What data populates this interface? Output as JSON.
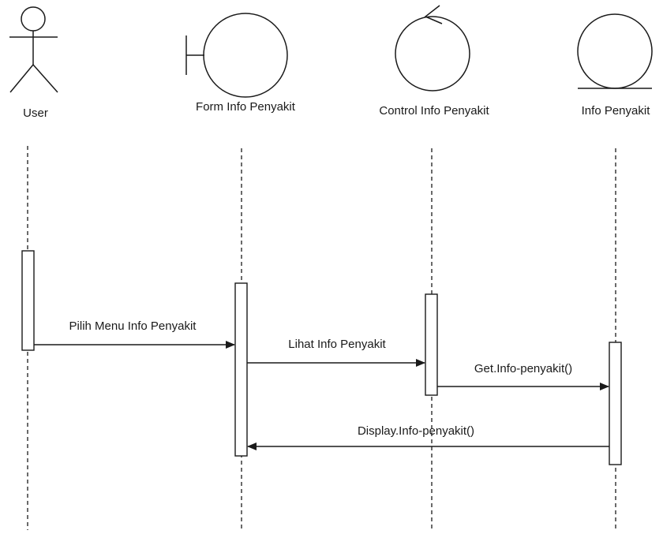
{
  "diagram": {
    "type": "sequence",
    "participants": [
      {
        "id": "user",
        "label": "User",
        "kind": "actor"
      },
      {
        "id": "form",
        "label": "Form Info Penyakit",
        "kind": "boundary"
      },
      {
        "id": "control",
        "label": "Control Info Penyakit",
        "kind": "control"
      },
      {
        "id": "entity",
        "label": "Info Penyakit",
        "kind": "entity"
      }
    ],
    "messages": [
      {
        "from": "user",
        "to": "form",
        "label": "Pilih Menu Info Penyakit"
      },
      {
        "from": "form",
        "to": "control",
        "label": "Lihat Info Penyakit"
      },
      {
        "from": "control",
        "to": "entity",
        "label": "Get.Info-penyakit()"
      },
      {
        "from": "entity",
        "to": "form",
        "label": "Display.Info-penyakit()"
      }
    ]
  }
}
